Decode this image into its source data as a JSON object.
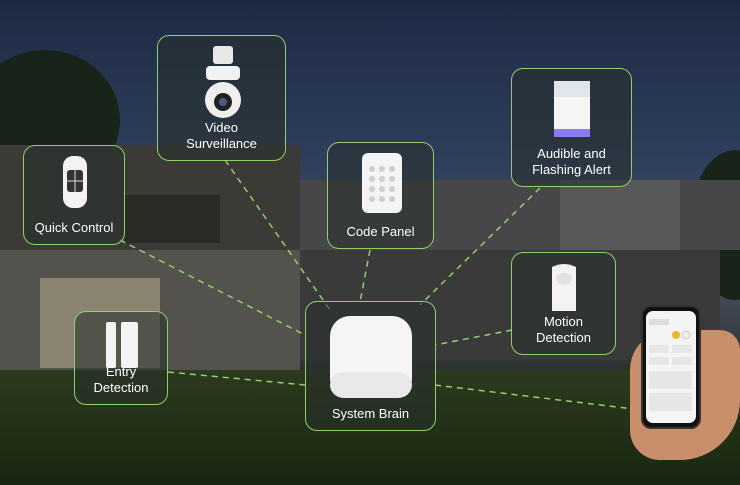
{
  "scene": {
    "description_color_line": "#8fd06a"
  },
  "cards": {
    "video": {
      "label": "Video\nSurveillance",
      "icon": "camera-icon"
    },
    "alert": {
      "label": "Audible and\nFlashing Alert",
      "icon": "siren-icon"
    },
    "quick": {
      "label": "Quick Control",
      "icon": "key-fob-icon"
    },
    "code": {
      "label": "Code Panel",
      "icon": "keypad-icon"
    },
    "motion": {
      "label": "Motion\nDetection",
      "icon": "motion-sensor-icon"
    },
    "entry": {
      "label": "Entry\nDetection",
      "icon": "door-sensor-icon"
    },
    "brain": {
      "label": "System Brain",
      "icon": "hub-icon"
    }
  }
}
